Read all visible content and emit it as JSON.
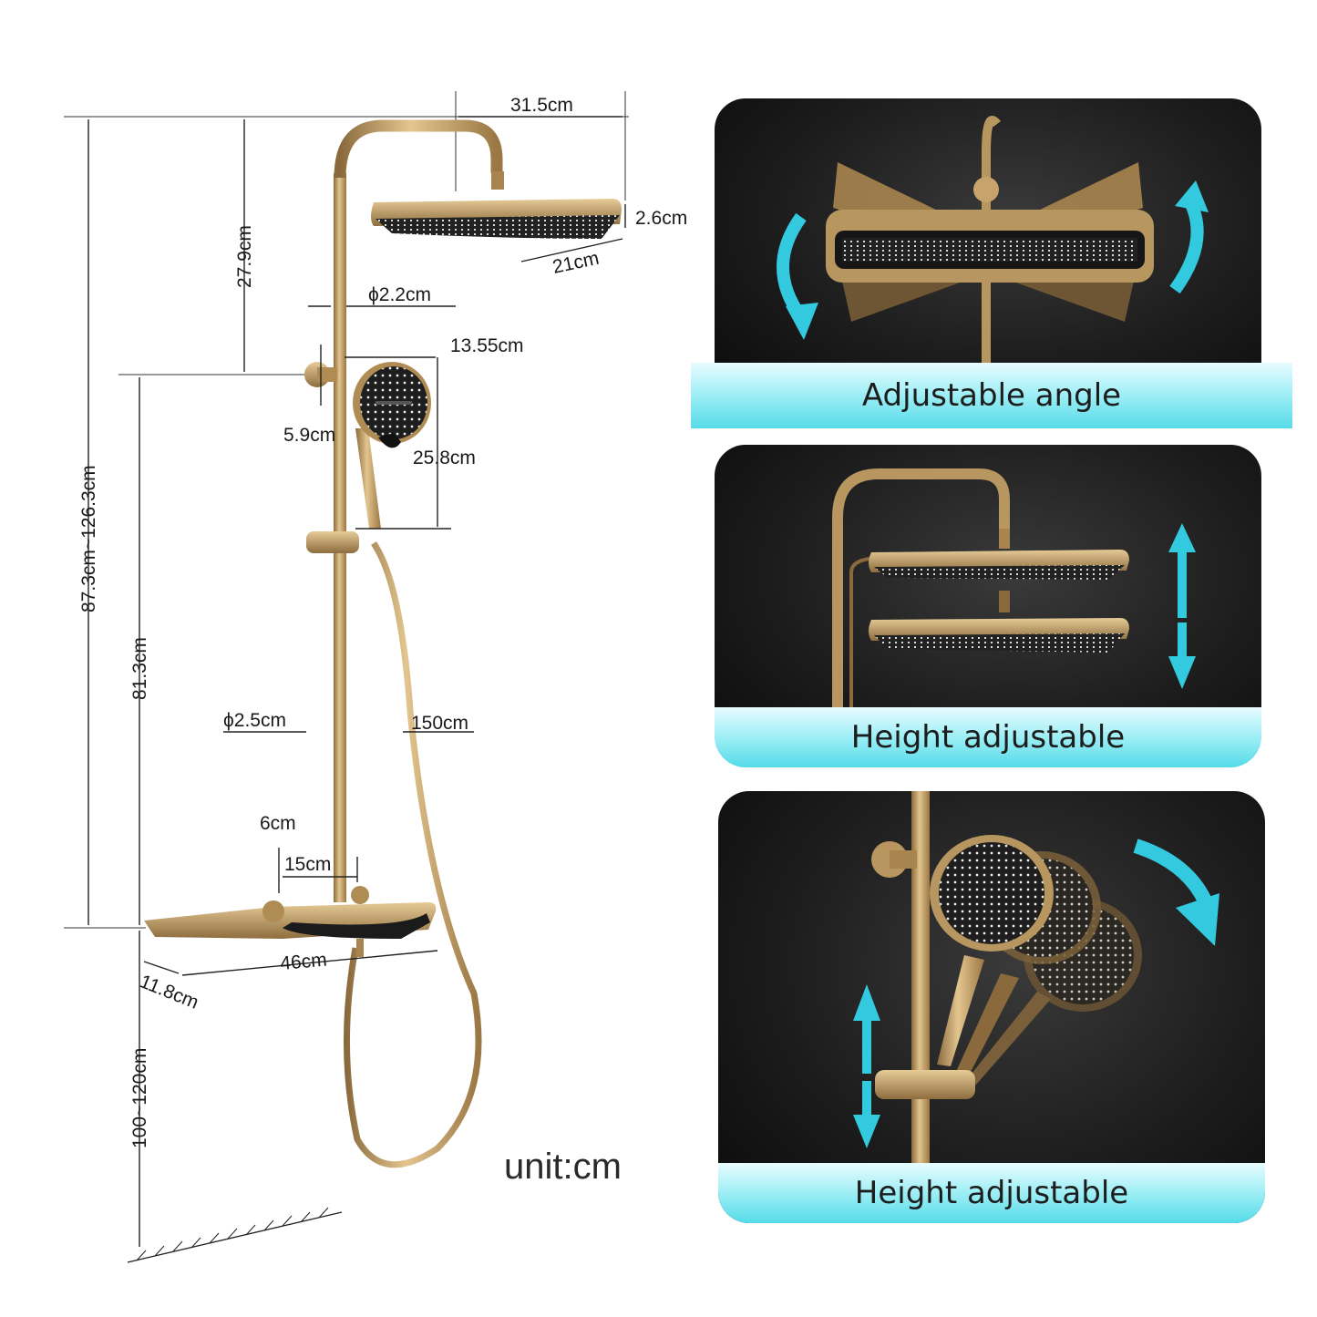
{
  "dimensions": {
    "head_width": "31.5cm",
    "head_thickness": "2.6cm",
    "head_depth": "21cm",
    "top_pipe_length": "27.9cm",
    "top_pipe_diameter": "ϕ2.2cm",
    "handshower_diameter": "13.55cm",
    "wall_mount_offset": "5.9cm",
    "handshower_length": "25.8cm",
    "overall_height": "87.3cm~126.3cm",
    "slide_bar_height": "81.3cm",
    "main_pipe_diameter": "ϕ2.5cm",
    "hose_length": "150cm",
    "shelf_thickness": "6cm",
    "inlet_spacing": "15cm",
    "shelf_width": "46cm",
    "shelf_depth": "11.8cm",
    "install_height": "100~120cm"
  },
  "unit_label": "unit:cm",
  "features": [
    {
      "label": "Adjustable angle"
    },
    {
      "label": "Height adjustable"
    },
    {
      "label": "Height adjustable"
    }
  ],
  "colors": {
    "brass": "#c7a46c",
    "brass_dark": "#8a6a3c",
    "panel_dark": "#141414",
    "arrow_cyan": "#33c9de",
    "banner_cyan": "#6fe3ee"
  }
}
